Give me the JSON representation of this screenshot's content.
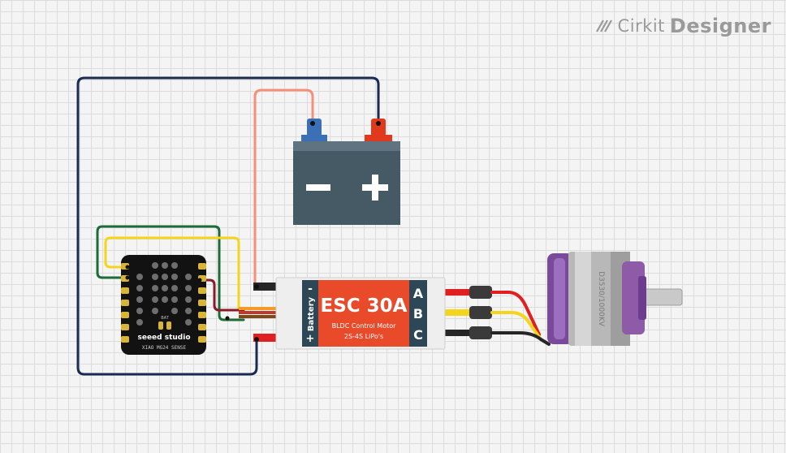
{
  "logo": {
    "brand": "Cirkit",
    "product": "Designer"
  },
  "battery": {
    "minus_symbol": "−",
    "plus_symbol": "+"
  },
  "esc": {
    "title": "ESC 30A",
    "subtitle": "BLDC Control Motor",
    "spec": "2S-4S LiPo's",
    "side_label": "Battery",
    "side_plus": "+",
    "side_minus": "-",
    "phase_a": "A",
    "phase_b": "B",
    "phase_c": "C"
  },
  "board": {
    "brand": "seeed studio",
    "model": "XIAO MG24 SENSE",
    "bat_label": "BAT"
  },
  "motor": {
    "label": "D3530/1000KV"
  },
  "colors": {
    "wire_navy": "#1a2a55",
    "wire_salmon": "#f4907a",
    "wire_green": "#1e6b3a",
    "wire_yellow": "#f5d41c",
    "wire_red": "#e02020",
    "wire_maroon": "#8a1a2a",
    "wire_brown": "#8a4a1a",
    "wire_black": "#222222",
    "battery_body": "#455a64",
    "esc_red": "#e84a2a",
    "esc_dark": "#2e4756",
    "motor_purple": "#8e5ba8"
  }
}
